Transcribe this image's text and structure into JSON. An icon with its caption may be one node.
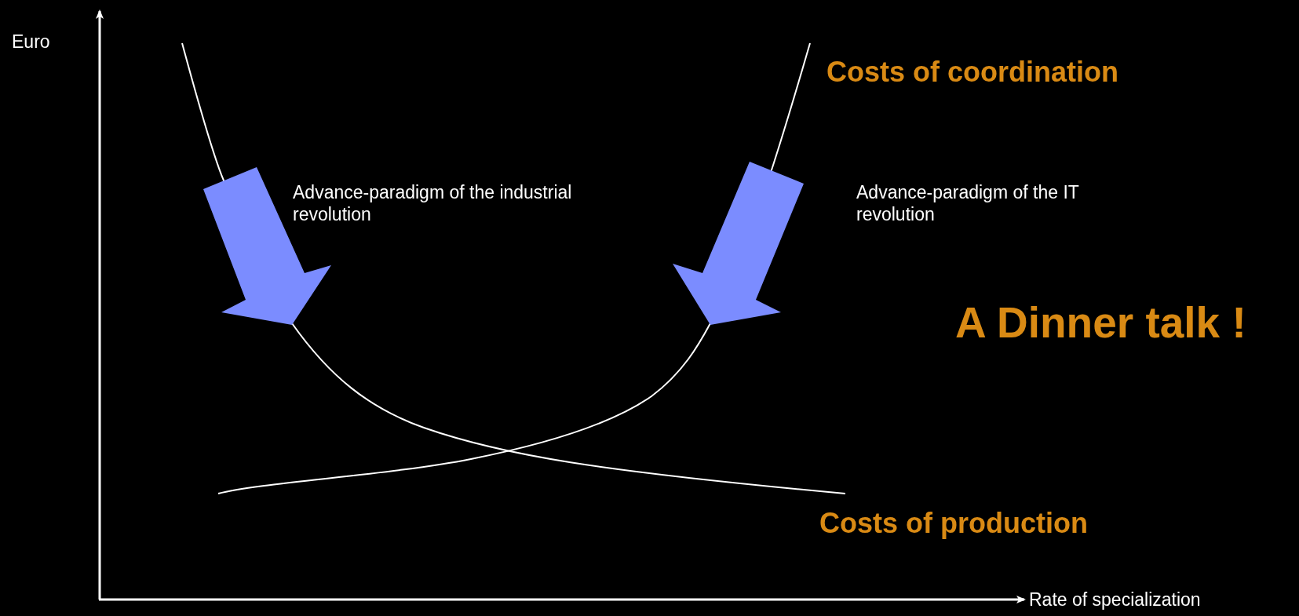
{
  "diagram": {
    "labels": [
      "Euro",
      "Costs of coordination",
      "Advance-paradigm of the industrial revolution",
      "Advance-paradigm of the IT revolution",
      "A Dinner talk !",
      "Costs of production",
      "Rate of specialization"
    ]
  }
}
